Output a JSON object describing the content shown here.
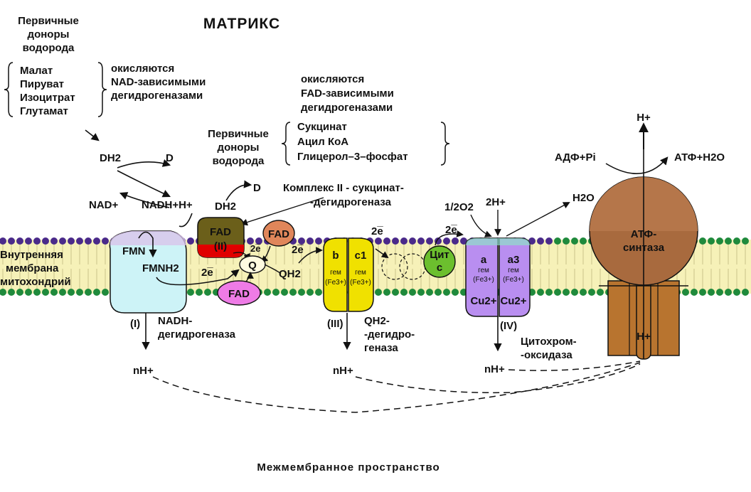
{
  "title": "МАТРИКС",
  "intermembrane": "Межмембранное пространство",
  "membrane_label": [
    "Внутренняя",
    "мембрана",
    "митохондрий"
  ],
  "primary_donors_left": [
    "Первичные",
    "доноры",
    "водорода"
  ],
  "nad_substrates": [
    "Малат",
    "Пируват",
    "Изоцитрат",
    "Глутамат"
  ],
  "nad_oxidized": [
    "окисляются",
    "NAD-зависимыми",
    "дегидрогеназами"
  ],
  "fad_oxidized": [
    "окисляются",
    "FAD-зависимыми",
    "дегидрогеназами"
  ],
  "primary_donors_mid": [
    "Первичные",
    "доноры",
    "водорода"
  ],
  "fad_substrates": [
    "Сукцинат",
    "Ацил КоА",
    "Глицерол–3–фосфат"
  ],
  "complex2_label": [
    "Комплекс II - сукцинат-",
    "-дегидрогеназа"
  ],
  "complex1_label": [
    "(I)",
    "NADH-",
    "дегидрогеназа"
  ],
  "complex3_label": [
    "(III)",
    "QH2-",
    "-дегидро-",
    "геназа"
  ],
  "complex4_label": [
    "(IV)",
    "Цитохром-",
    "-оксидаза"
  ],
  "atp_synthase": [
    "АТФ-",
    "синтаза"
  ],
  "reactions": {
    "dh2": "DH2",
    "d": "D",
    "nad": "NAD+",
    "nadh": "NADH+H+",
    "dh2_mid": "DH2",
    "d_mid": "D",
    "half_o2": "1/2O2",
    "two_h": "2H+",
    "h2o": "H2O",
    "adp": "АДФ+Pi",
    "atp": "АТФ+H2O",
    "h_top": "H+",
    "h_inner": "H+",
    "two_e": "2e̅",
    "nh": "nH+"
  },
  "cofactors": {
    "fmn": "FMN",
    "fmnh2": "FMNH2",
    "fad": "FAD",
    "fad_ii": "(II)",
    "q": "Q",
    "qh2": "QH2",
    "cyt_c": [
      "Цит",
      "c"
    ],
    "b": "b",
    "c1": "c1",
    "heme": "гем",
    "fe3": "(Fe3+)",
    "a": "a",
    "a3": "a3",
    "cu": "Cu2+"
  },
  "colors": {
    "membrane_fill": "#f6f1b8",
    "head_green": "#1f8a3c",
    "head_purple": "#4a2a8a",
    "complex1": "#cdf3f7",
    "complex3": "#f0e100",
    "complex4": "#b98ef0",
    "cyt_c": "#6cbf2e",
    "fad_orange": "#e0865a",
    "fad_pink": "#ee7be6",
    "atp_head": "#a86a3e",
    "atp_stalk": "#b8742f"
  }
}
